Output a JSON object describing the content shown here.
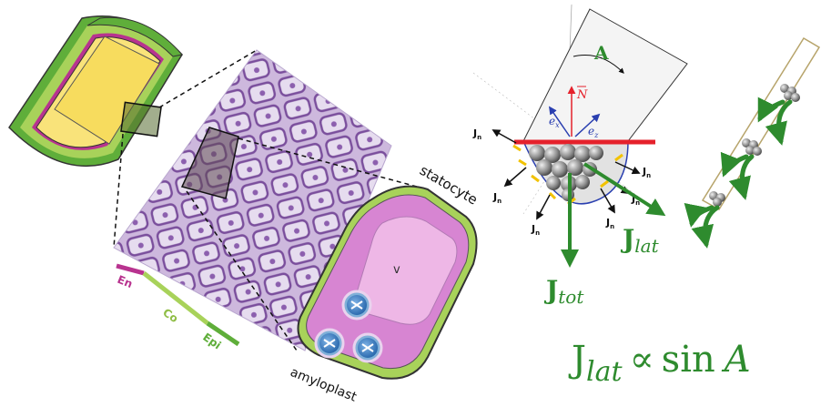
{
  "tissue_labels": {
    "endodermis": "En",
    "cortex": "Co",
    "epidermis": "Epi",
    "statocyte": "statocyte",
    "amyloplast": "amyloplast",
    "vacuole": "v"
  },
  "model": {
    "angle_label": "A",
    "normal_vector": "N",
    "basis_x": "e",
    "basis_x_sub": "x",
    "basis_z": "e",
    "basis_z_sub": "z",
    "flux_normal": "J",
    "flux_normal_sub": "n",
    "flux_lateral": "J",
    "flux_lateral_sub": "lat",
    "flux_total": "J",
    "flux_total_sub": "tot"
  },
  "formula": {
    "lhs": "J",
    "lhs_sub": "lat",
    "relation": "∝",
    "rhs_func": "sin",
    "rhs_var": "A"
  },
  "colors": {
    "endodermis": "#b8338f",
    "cortex": "#a8d25a",
    "epidermis": "#5fae3a",
    "stele": "#f9e37a",
    "green_flux": "#2e8b2e",
    "red_wall": "#e5212b",
    "basis_blue": "#2a3fb0",
    "grain_gray": "#8a8a8a",
    "anchor_yellow": "#f2c200"
  }
}
